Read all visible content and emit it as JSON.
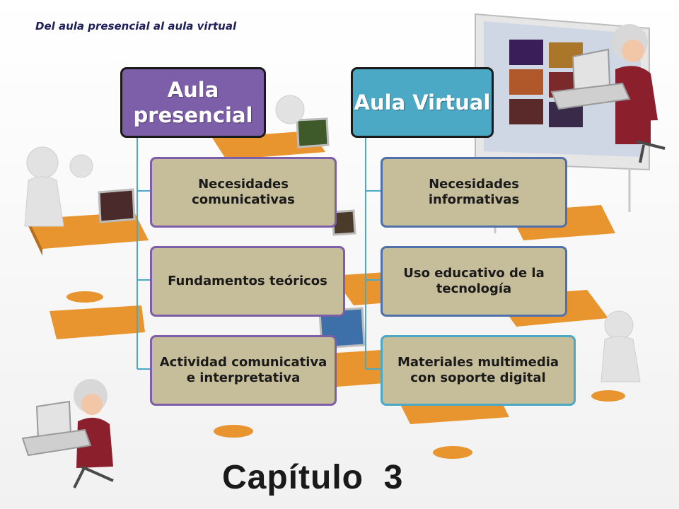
{
  "subtitle": "Del aula presencial al aula virtual",
  "left_column": {
    "header": "Aula presencial",
    "items": [
      "Necesidades comunicativas",
      "Fundamentos teóricos",
      "Actividad comunicativa e interpretativa"
    ]
  },
  "right_column": {
    "header": "Aula Virtual",
    "items": [
      "Necesidades informativas",
      "Uso educativo de la tecnología",
      "Materiales multimedia con soporte digital"
    ]
  },
  "chapter_title": "Capítulo  3",
  "colors": {
    "left_header": "#7d5ea8",
    "right_header": "#4ba9c6",
    "box_fill": "#c6bd9a",
    "desk": "#e8952f"
  }
}
